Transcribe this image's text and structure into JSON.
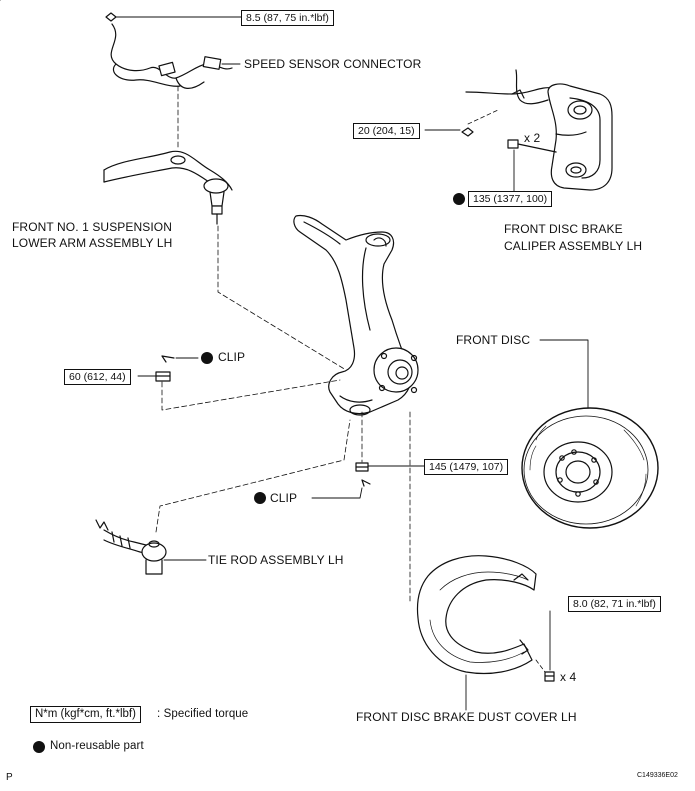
{
  "labels": {
    "speed_sensor_connector": "SPEED SENSOR CONNECTOR",
    "lower_arm_line1": "FRONT NO. 1 SUSPENSION",
    "lower_arm_line2": "LOWER ARM ASSEMBLY LH",
    "caliper_line1": "FRONT DISC BRAKE",
    "caliper_line2": "CALIPER ASSEMBLY LH",
    "front_disc": "FRONT DISC",
    "clip_upper": "CLIP",
    "clip_lower": "CLIP",
    "tie_rod": "TIE ROD ASSEMBLY LH",
    "dust_cover": "FRONT DISC BRAKE DUST COVER LH",
    "qty_caliper_bolts": "x 2",
    "qty_dust_cover_bolts": "x 4"
  },
  "torques": {
    "speed_sensor": "8.5 (87, 75 in.*lbf)",
    "sensor_bracket": "20 (204, 15)",
    "caliper_bolt": "135 (1377, 100)",
    "lower_arm_nut": "60 (612, 44)",
    "tie_rod_nut": "145 (1479, 107)",
    "dust_cover_bolt": "8.0 (82, 71 in.*lbf)"
  },
  "legend": {
    "torque_box": "N*m (kgf*cm, ft.*lbf)",
    "torque_desc": ": Specified torque",
    "non_reusable": "Non-reusable part"
  },
  "footer": {
    "left_letter": "P",
    "figure_code": "C149336E02"
  }
}
